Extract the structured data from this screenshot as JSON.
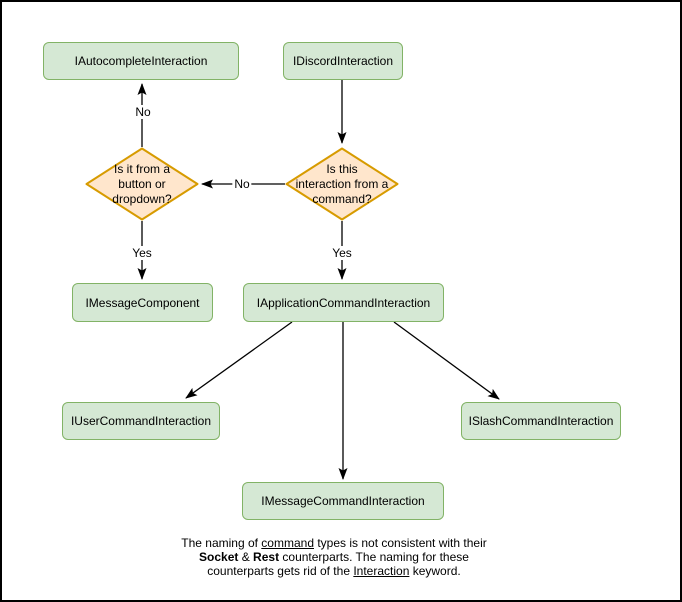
{
  "nodes": {
    "autocomplete": {
      "label": "IAutocompleteInteraction"
    },
    "discord": {
      "label": "IDiscordInteraction"
    },
    "decision_button": {
      "lines": [
        "Is it from a",
        "button or",
        "dropdown?"
      ]
    },
    "decision_command": {
      "lines": [
        "Is this",
        "interaction from a",
        "command?"
      ]
    },
    "message_component": {
      "label": "IMessageComponent"
    },
    "application_command": {
      "label": "IApplicationCommandInteraction"
    },
    "user_command": {
      "label": "IUserCommandInteraction"
    },
    "slash_command": {
      "label": "ISlashCommandInteraction"
    },
    "message_command": {
      "label": "IMessageCommandInteraction"
    }
  },
  "edge_labels": {
    "no_to_autocomplete": "No",
    "no_to_button_decision": "No",
    "yes_to_message_component": "Yes",
    "yes_to_application_command": "Yes"
  },
  "caption": {
    "l1a": "The naming of ",
    "l1b": "command",
    "l1c": " types is not consistent with their",
    "l2a": "Socket",
    "l2b": " & ",
    "l2c": "Rest",
    "l2d": " counterparts. The naming for these",
    "l3a": "counterparts gets rid of the ",
    "l3b": "Interaction",
    "l3c": " keyword."
  },
  "colors": {
    "node_fill": "#d5e8d4",
    "node_border": "#82b366",
    "decision_fill": "#ffe6cc",
    "decision_border": "#d79b00",
    "arrow": "#000000",
    "canvas_background": "#ffffff",
    "frame_border": "#000000"
  }
}
